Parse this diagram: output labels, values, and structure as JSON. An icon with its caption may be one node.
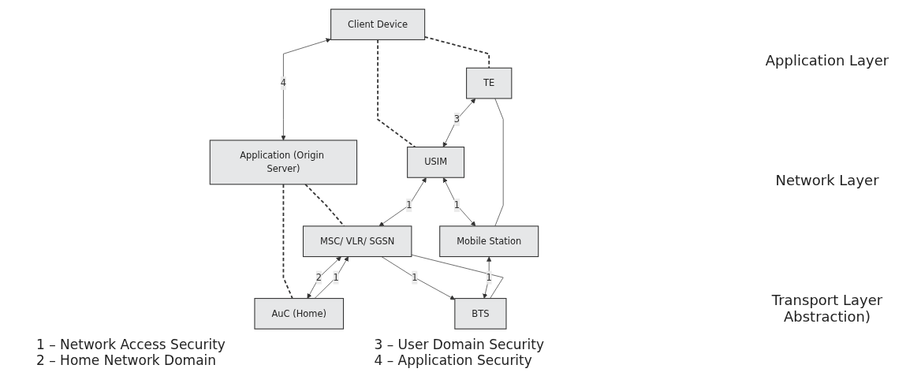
{
  "diagram": {
    "nodes": [
      {
        "text": [
          "Client Device"
        ]
      },
      {
        "text": [
          "Application (Origin Server)"
        ]
      },
      {
        "text": [
          "TE"
        ]
      },
      {
        "text": [
          "USIM"
        ]
      },
      {
        "text": [
          "MSC/ VLR/ SGSN"
        ]
      },
      {
        "text": [
          "AuC (Home)"
        ]
      },
      {
        "text": [
          "Mobile Station"
        ]
      },
      {
        "text": [
          "BTS"
        ]
      }
    ],
    "edges": [
      {
        "from": 0,
        "to": 1,
        "arrow": "both",
        "label": "4"
      },
      {
        "from": 0,
        "to": 2,
        "arrow": "none",
        "style": "dashed"
      },
      {
        "from": 0,
        "to": 3,
        "arrow": "none",
        "style": "dashed"
      },
      {
        "from": 1,
        "to": 4,
        "arrow": "none",
        "style": "dashed"
      },
      {
        "from": 1,
        "to": 5,
        "arrow": "none",
        "style": "dashed"
      },
      {
        "from": 2,
        "to": 3,
        "arrow": "both",
        "label": "3"
      },
      {
        "from": 3,
        "to": 4,
        "arrow": "both",
        "label": "1"
      },
      {
        "from": 5,
        "to": 4,
        "arrow": "to",
        "label": "1"
      },
      {
        "from": 4,
        "to": 5,
        "arrow": "both",
        "label": "2"
      },
      {
        "from": 4,
        "to": 7,
        "arrow": "to",
        "label": "1"
      },
      {
        "from": 3,
        "to": 6,
        "arrow": "both",
        "label": "1"
      },
      {
        "from": 2,
        "to": 6,
        "arrow": "none"
      },
      {
        "from": 6,
        "to": 7,
        "arrow": "both",
        "label": "1"
      },
      {
        "from": 7,
        "to": 4,
        "arrow": "none"
      }
    ],
    "labels": [
      "Application Layer",
      "Network Layer",
      "Transport Layer Abstraction)",
      "1 – Network Access Security",
      "3 – User Domain Security",
      "2 – Home Network Domain",
      "4 – Application Security"
    ]
  }
}
